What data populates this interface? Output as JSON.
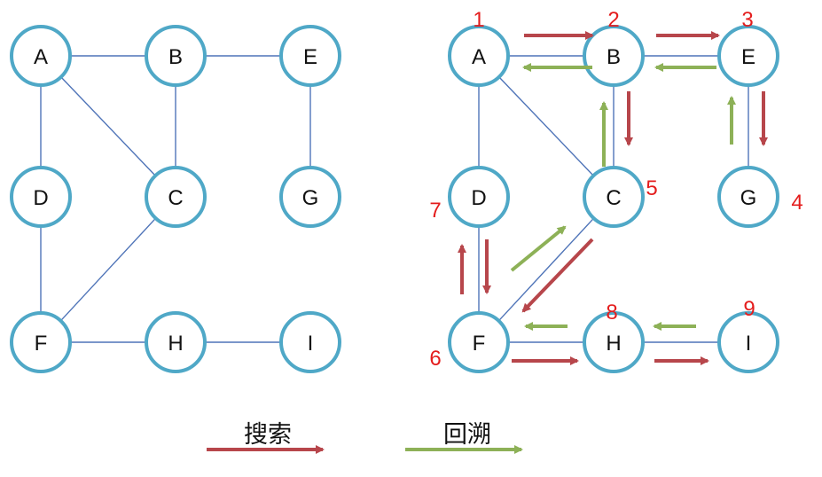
{
  "colors": {
    "node_stroke": "#4fa8c7",
    "edge": "#4f74b8",
    "search": "#b7464b",
    "backtrack": "#8db157",
    "order_number": "#e41d1d"
  },
  "nodes": {
    "A": "A",
    "B": "B",
    "C": "C",
    "D": "D",
    "E": "E",
    "F": "F",
    "G": "G",
    "H": "H",
    "I": "I"
  },
  "visit_order": {
    "A": "1",
    "B": "2",
    "E": "3",
    "G": "4",
    "C": "5",
    "F": "6",
    "D": "7",
    "H": "8",
    "I": "9"
  },
  "legend": {
    "search": "搜索",
    "backtrack": "回溯"
  }
}
